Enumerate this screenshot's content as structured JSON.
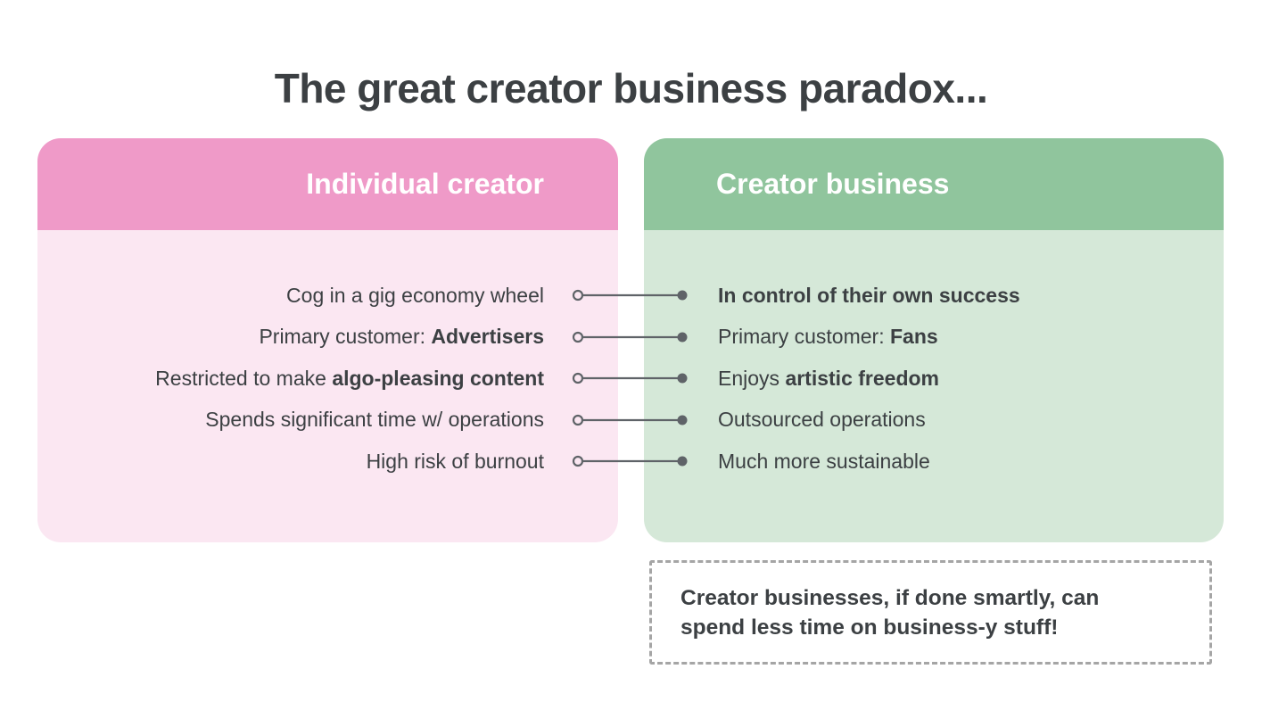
{
  "title": "The great creator business paradox...",
  "colors": {
    "pink_header": "#ef9ac8",
    "pink_body": "#fbe7f2",
    "green_header": "#90c59d",
    "green_body": "#d5e8d8",
    "text_dark": "#3c4043",
    "connector": "#5f6368",
    "dashed_border": "#a5a5a5"
  },
  "left_panel": {
    "header": "Individual creator"
  },
  "right_panel": {
    "header": "Creator business"
  },
  "rows": [
    {
      "left": [
        {
          "text": "Cog in a gig economy wheel",
          "bold": false
        }
      ],
      "right": [
        {
          "text": "In control of their own success",
          "bold": true
        }
      ]
    },
    {
      "left": [
        {
          "text": "Primary customer: ",
          "bold": false
        },
        {
          "text": "Advertisers",
          "bold": true
        }
      ],
      "right": [
        {
          "text": "Primary customer: ",
          "bold": false
        },
        {
          "text": "Fans",
          "bold": true
        }
      ]
    },
    {
      "left": [
        {
          "text": "Restricted to make ",
          "bold": false
        },
        {
          "text": "algo-pleasing content",
          "bold": true
        }
      ],
      "right": [
        {
          "text": "Enjoys ",
          "bold": false
        },
        {
          "text": "artistic freedom",
          "bold": true
        }
      ]
    },
    {
      "left": [
        {
          "text": "Spends significant time w/ operations",
          "bold": false
        }
      ],
      "right": [
        {
          "text": "Outsourced operations",
          "bold": false
        }
      ]
    },
    {
      "left": [
        {
          "text": "High risk of burnout",
          "bold": false
        }
      ],
      "right": [
        {
          "text": "Much more sustainable",
          "bold": false
        }
      ]
    }
  ],
  "callout": {
    "lines": [
      "Creator businesses, if done smartly, can",
      "spend less time on business-y stuff!"
    ]
  }
}
